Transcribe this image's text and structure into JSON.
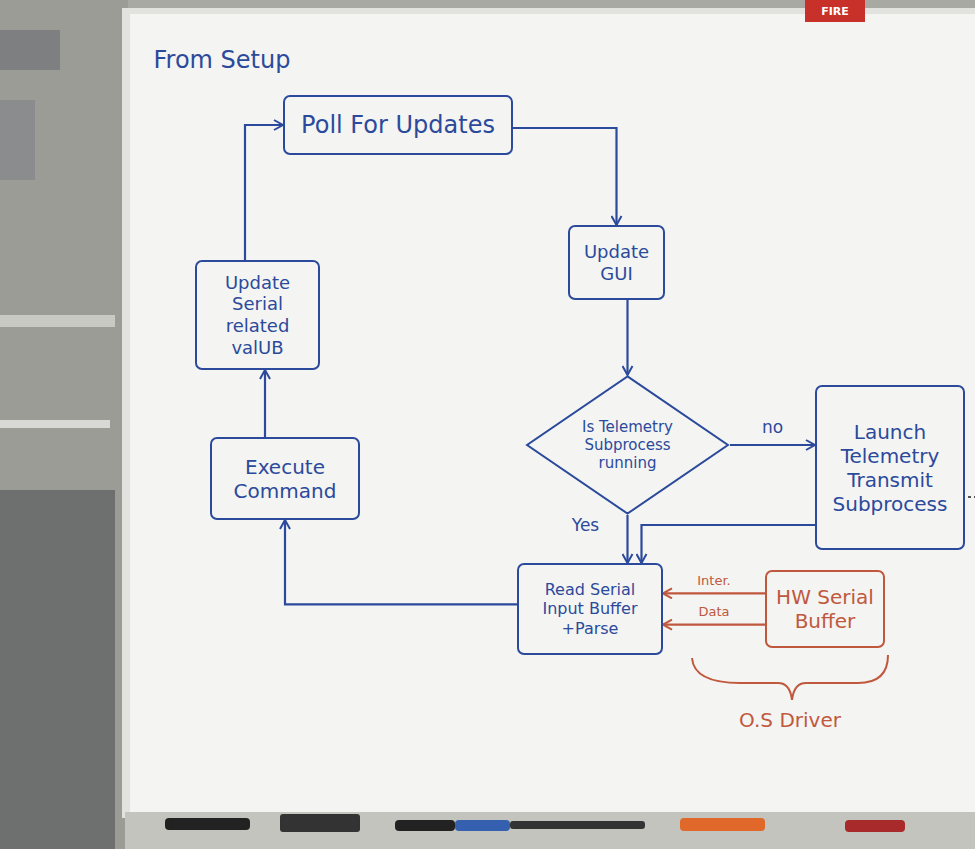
{
  "diagram": {
    "nodes": [
      {
        "text": [
          "Poll For Updates"
        ]
      },
      {
        "text": [
          "Update GUI"
        ]
      },
      {
        "text": [
          "Is Telemetry Subprocess running"
        ]
      },
      {
        "text": [
          "Launch Telemetry Transmit Subprocess"
        ]
      },
      {
        "text": [
          "Read Serial Input Buffer +Parse"
        ]
      },
      {
        "text": [
          "HW Serial Buffer"
        ]
      },
      {
        "text": [
          "Execute Command"
        ]
      },
      {
        "text": [
          "Update Serial related valUB"
        ]
      }
    ],
    "edges": [
      {
        "from": 0,
        "to": 1,
        "arrow": "to"
      },
      {
        "from": 1,
        "to": 2,
        "arrow": "to"
      },
      {
        "from": 2,
        "to": 3,
        "label": "no",
        "arrow": "to"
      },
      {
        "from": 2,
        "to": 4,
        "label": "Yes",
        "arrow": "to"
      },
      {
        "from": 3,
        "to": 4,
        "arrow": "to"
      },
      {
        "from": 4,
        "to": 6,
        "arrow": "to"
      },
      {
        "from": 6,
        "to": 7,
        "arrow": "to"
      },
      {
        "from": 7,
        "to": 0,
        "arrow": "to"
      },
      {
        "from": 5,
        "to": 4,
        "label": "Inter.",
        "arrow": "to"
      },
      {
        "from": 5,
        "to": 4,
        "label": "Data",
        "arrow": "to"
      }
    ],
    "labels": [
      "From Setup",
      "FIRE",
      "O.S Driver"
    ]
  }
}
